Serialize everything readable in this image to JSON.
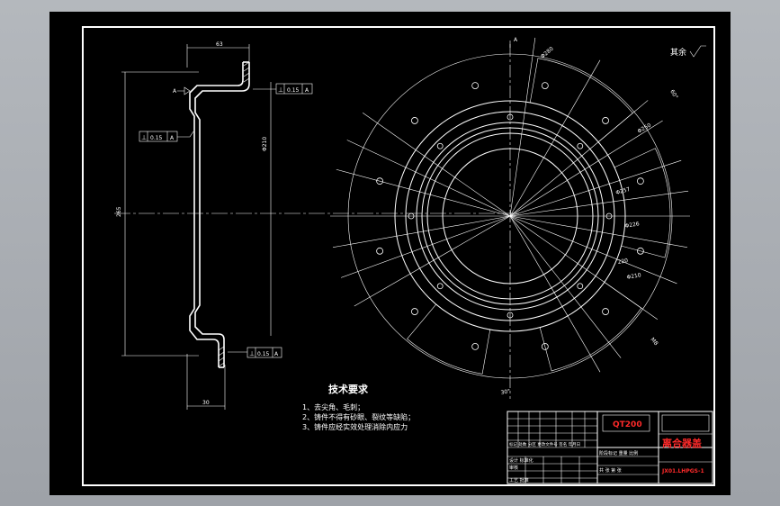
{
  "technical_requirements": {
    "title": "技术要求",
    "items": [
      "1、去尖角、毛刺；",
      "2、铸件不得有砂眼、裂纹等缺陷；",
      "3、铸件应经实效处理消除内应力"
    ]
  },
  "surface_finish": {
    "label": "其余"
  },
  "section_view": {
    "dim_top_width": "63",
    "dim_bottom_width": "30",
    "dim_height_left": "265",
    "dim_height_mid": "Φ210",
    "tol_top": [
      "⊥",
      "0.15",
      "A"
    ],
    "tol_left": [
      "⊥",
      "0.15",
      "A"
    ],
    "tol_bottom": [
      "⊥",
      "0.15",
      "A"
    ],
    "datum": "A"
  },
  "plan_view": {
    "datum": "A",
    "dims": [
      "Φ280",
      "60°",
      "Φ250",
      "Φ257",
      "Φ226",
      "220",
      "Φ210",
      "M8",
      "30°"
    ]
  },
  "title_block": {
    "material": "QT200",
    "part_name": "离合器盖",
    "drawing_no": "JX01.LHPGS-1",
    "rows": [
      "标记 处数 分区 更改文件号 签名 年月日",
      "设计 标准化",
      "审核",
      "工艺 批准"
    ],
    "scale_row": "阶段标记 重量 比例",
    "sheet_row": "共 张 第 张"
  },
  "colors": {
    "sheet": "#000000",
    "line": "#ffffff",
    "material_text": "#ff2a2a",
    "part_name_text": "#ff2a2a",
    "frame_bg": "#a6aab0"
  }
}
